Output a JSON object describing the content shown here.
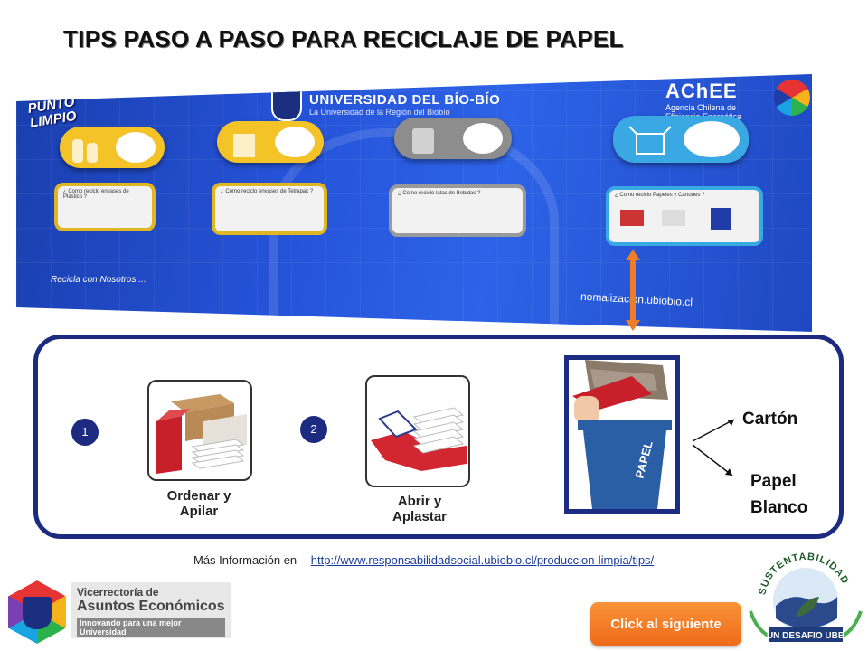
{
  "title": "TIPS PASO A PASO PARA RECICLAJE DE PAPEL",
  "banner": {
    "punto_limpio": "PUNTO LIMPIO",
    "university_name": "UNIVERSIDAD DEL BÍO-BÍO",
    "university_sub": "La Universidad de la Región del Biobío",
    "achee_name": "AChEE",
    "achee_sub": "Agencia Chilena de Eficiencia Energética",
    "cards": [
      "¿ Como reciclo envases de Plastico ?",
      "¿ Como reciclo envases de Tetrapak ?",
      "¿ Como reciclo latas de Bebidas ?",
      "¿ Como reciclo Papeles y Cartones ?"
    ],
    "recicla": "Recicla con Nosotros ...",
    "url": "nomalizacion.ubiobio.cl"
  },
  "steps": [
    {
      "number": "1",
      "label": "Ordenar y Apilar"
    },
    {
      "number": "2",
      "label": "Abrir y Aplastar"
    }
  ],
  "bin_label": "PAPEL",
  "outputs": {
    "first": "Cartón",
    "second_line1": "Papel",
    "second_line2": "Blanco"
  },
  "more_info": {
    "label": "Más Información  en",
    "link": "http://www.responsabilidadsocial.ubiobio.cl/produccion-limpia/tips/"
  },
  "vicerrectoria": {
    "line1": "Vicerrectoría de",
    "line2": "Asuntos Económicos",
    "line3": "Innovando para una mejor Universidad"
  },
  "next_button": "Click al siguiente",
  "sustentabilidad": {
    "top": "SUSTENTABILIDAD",
    "bottom": "UN DESAFIO UBB"
  },
  "colors": {
    "navy": "#1c2a80",
    "orange": "#ef6a1a",
    "banner_blue": "#2553d8"
  }
}
